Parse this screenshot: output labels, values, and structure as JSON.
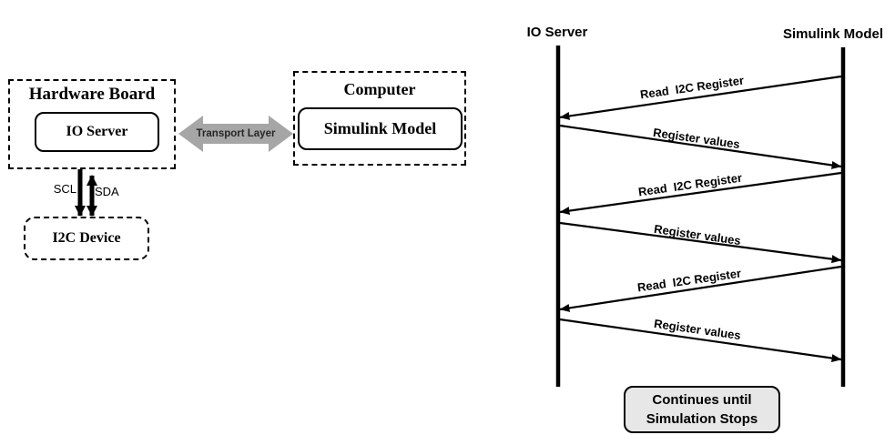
{
  "architecture": {
    "hardware_board_title": "Hardware Board",
    "io_server_label": "IO Server",
    "transport_label": "Transport Layer",
    "computer_title": "Computer",
    "simulink_label": "Simulink Model",
    "scl_label": "SCL",
    "sda_label": "SDA",
    "i2c_device_label": "I2C Device"
  },
  "sequence": {
    "left_actor": "IO Server",
    "right_actor": "Simulink Model",
    "messages": [
      {
        "label": "Read  I2C Register",
        "direction": "right-to-left"
      },
      {
        "label": "Register values",
        "direction": "left-to-right"
      },
      {
        "label": "Read  I2C Register",
        "direction": "right-to-left"
      },
      {
        "label": "Register values",
        "direction": "left-to-right"
      },
      {
        "label": "Read  I2C Register",
        "direction": "right-to-left"
      },
      {
        "label": "Register values",
        "direction": "left-to-right"
      }
    ],
    "note_line1": "Continues until",
    "note_line2": "Simulation Stops"
  },
  "colors": {
    "line": "#000000",
    "transport_arrow": "#a6a6a6",
    "note_fill": "#e7e7e7"
  }
}
